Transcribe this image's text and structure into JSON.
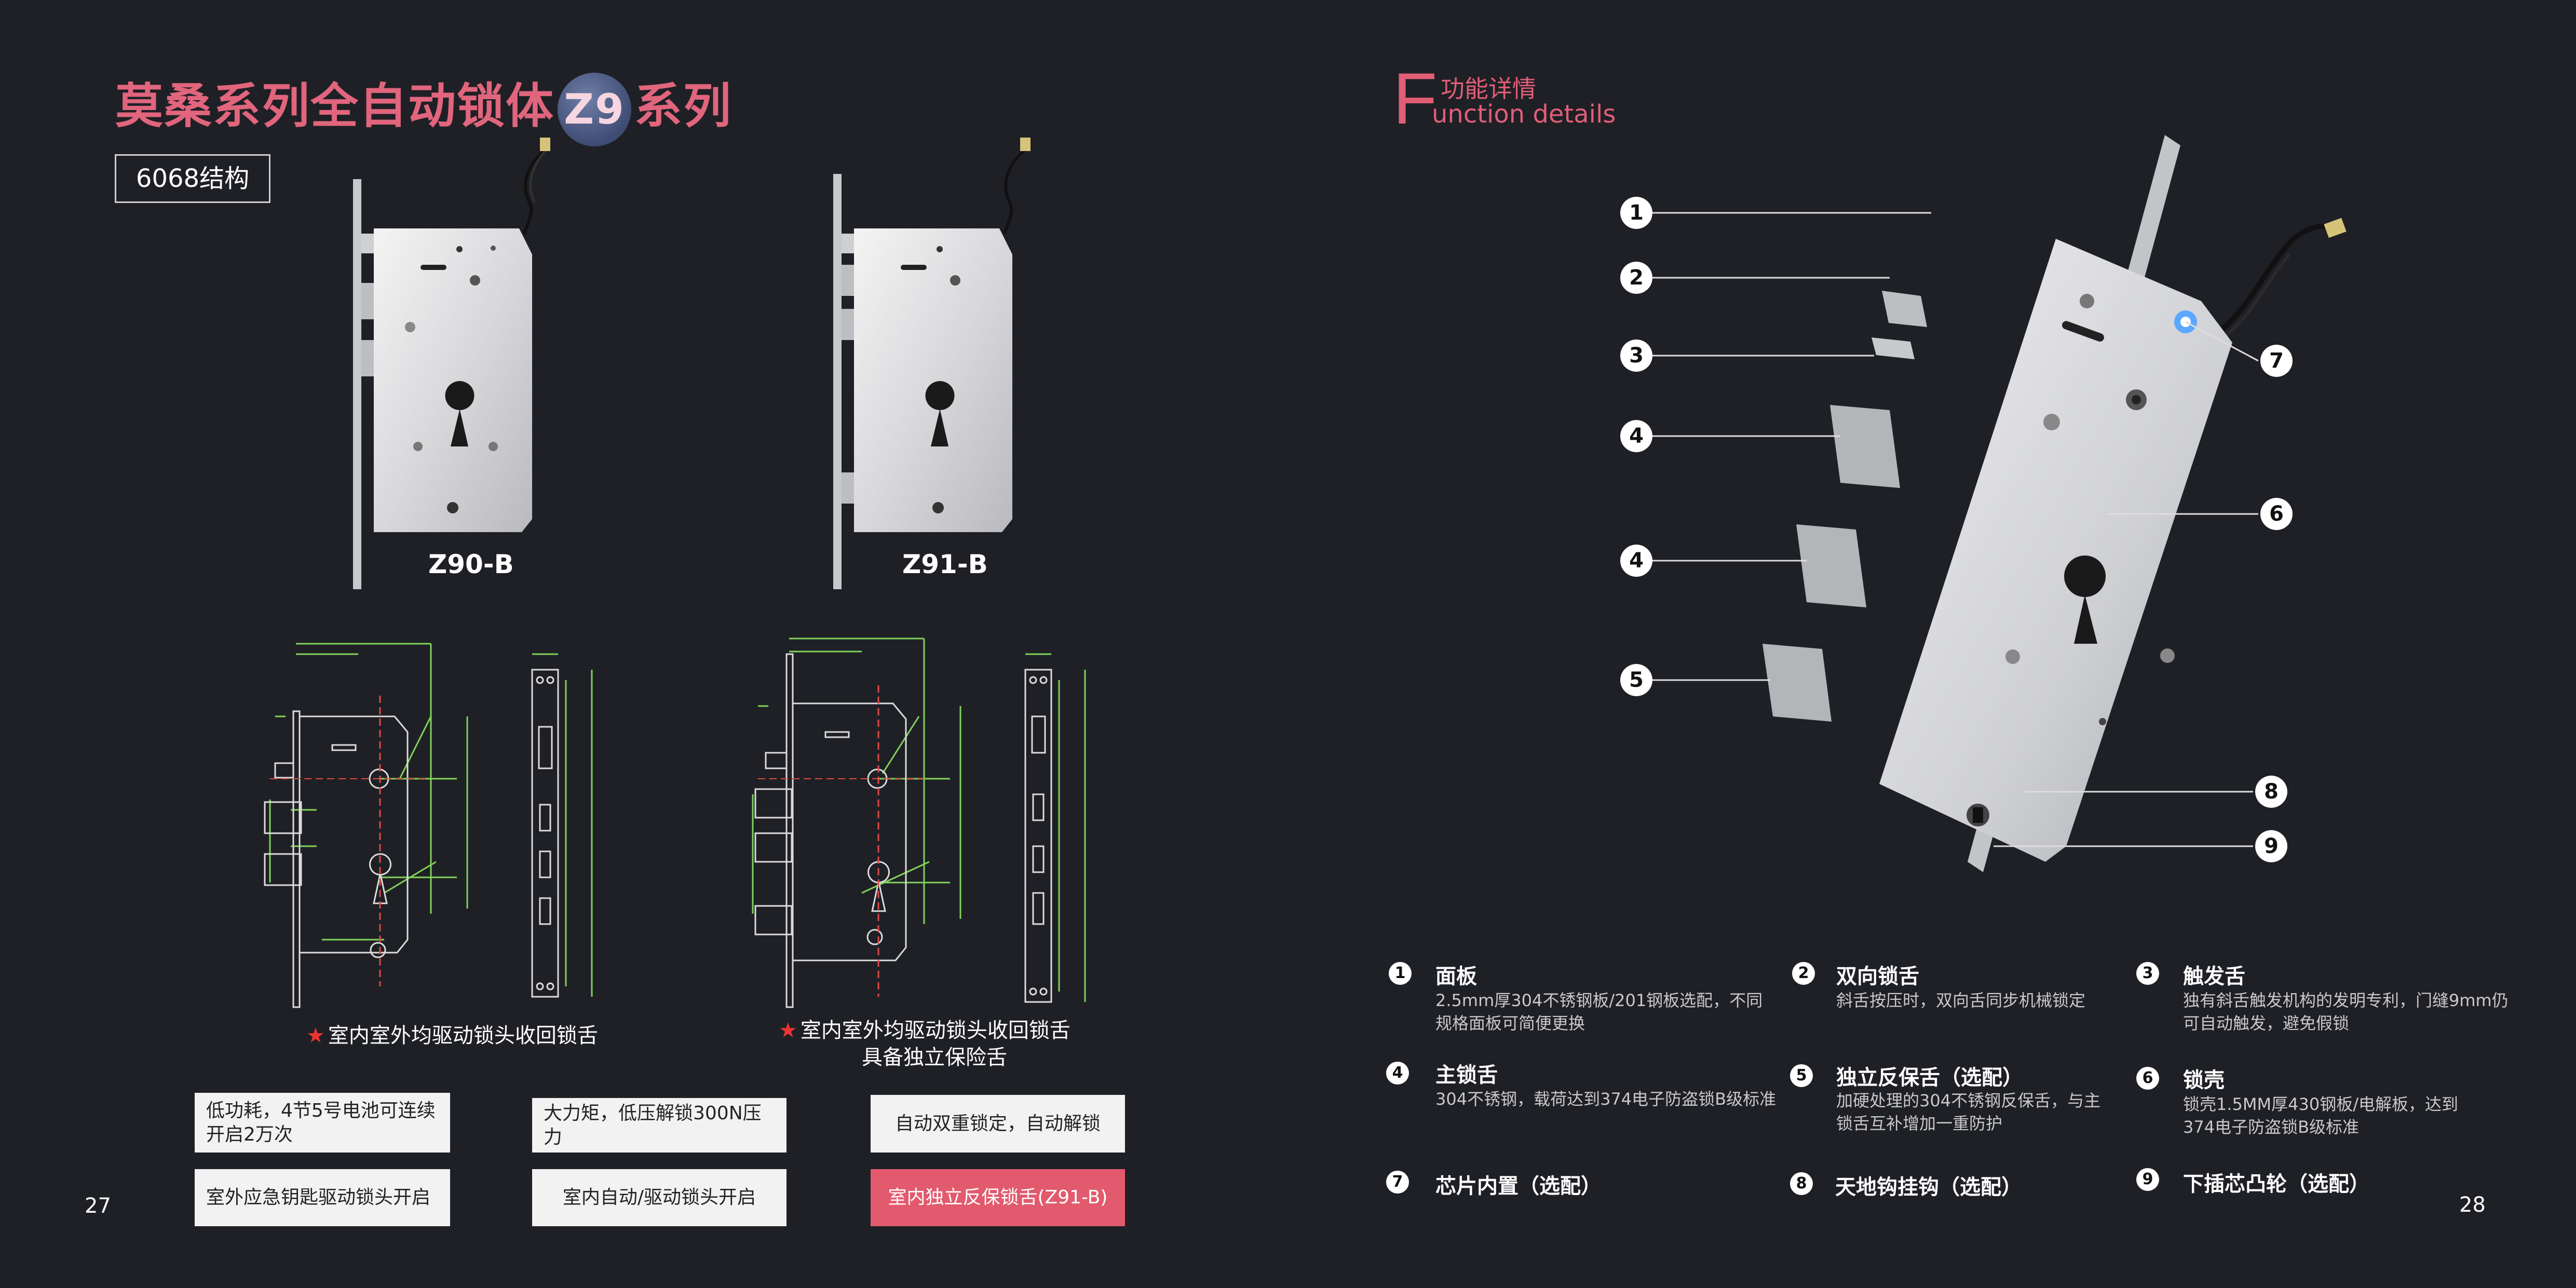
{
  "left_page": {
    "title_before": "莫桑系列全自动锁体",
    "title_badge": "Z9",
    "title_after": "系列",
    "structure_label": "6068结构",
    "models": [
      "Z90-B",
      "Z91-B"
    ],
    "note_left": "室内室外均驱动锁头收回锁舌",
    "note_right_line1": "室内室外均驱动锁头收回锁舌",
    "note_right_line2": "具备独立保险舌",
    "features": [
      "低功耗，4节5号电池可连续开启2万次",
      "大力矩，低压解锁300N压力",
      "自动双重锁定，自动解锁",
      "室外应急钥匙驱动锁头开启",
      "室内自动/驱动锁头开启",
      "室内独立反保锁舌(Z91-B)"
    ],
    "page_number": "27"
  },
  "right_page": {
    "heading_letter": "F",
    "heading_cn": "功能详情",
    "heading_en": "unction details",
    "callouts": [
      "1",
      "2",
      "3",
      "4",
      "4",
      "5",
      "7",
      "6",
      "8",
      "9"
    ],
    "details": [
      {
        "num": "1",
        "title": "面板",
        "desc": "2.5mm厚304不锈钢板/201钢板选配，不同规格面板可简便更换"
      },
      {
        "num": "2",
        "title": "双向锁舌",
        "desc": "斜舌按压时，双向舌同步机械锁定"
      },
      {
        "num": "3",
        "title": "触发舌",
        "desc": "独有斜舌触发机构的发明专利，门缝9mm仍可自动触发，避免假锁"
      },
      {
        "num": "4",
        "title": "主锁舌",
        "desc": "304不锈钢，载荷达到374电子防盗锁B级标准"
      },
      {
        "num": "5",
        "title": "独立反保舌（选配）",
        "desc": "加硬处理的304不锈钢反保舌，与主锁舌互补增加一重防护"
      },
      {
        "num": "6",
        "title": "锁壳",
        "desc": "锁壳1.5MM厚430钢板/电解板，达到374电子防盗锁B级标准"
      },
      {
        "num": "7",
        "title": "芯片内置（选配）",
        "desc": ""
      },
      {
        "num": "8",
        "title": "天地钩挂钩（选配）",
        "desc": ""
      },
      {
        "num": "9",
        "title": "下插芯凸轮（选配）",
        "desc": ""
      }
    ],
    "page_number": "28"
  },
  "colors": {
    "background": "#1f2025",
    "accent": "#e15e77",
    "box_red": "#e25a6d",
    "drawing_green": "#7fd35a",
    "drawing_red": "#e04848"
  }
}
